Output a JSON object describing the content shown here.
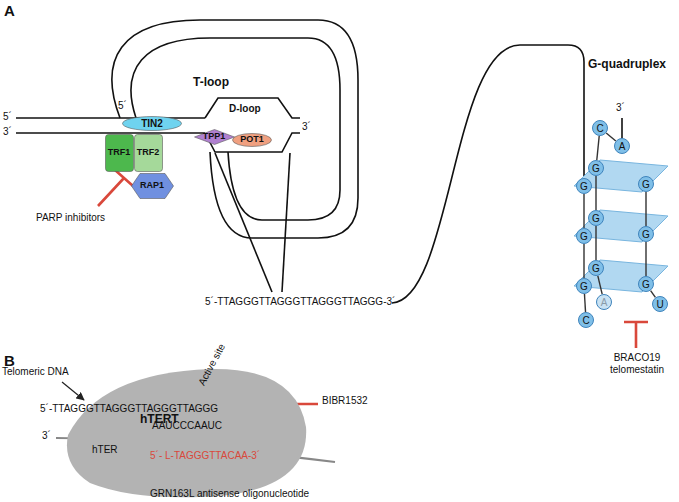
{
  "diagram": {
    "nodes": [
      {
        "text": [
          "TIN2"
        ]
      },
      {
        "text": [
          "TRF1"
        ]
      },
      {
        "text": [
          "TRF2"
        ]
      },
      {
        "text": [
          "TPP1"
        ]
      },
      {
        "text": [
          "POT1"
        ]
      },
      {
        "text": [
          "RAP1"
        ]
      },
      {
        "text": [
          "C"
        ]
      },
      {
        "text": [
          "A"
        ]
      },
      {
        "text": [
          "G"
        ]
      },
      {
        "text": [
          "G"
        ]
      },
      {
        "text": [
          "G"
        ]
      },
      {
        "text": [
          "G"
        ]
      },
      {
        "text": [
          "G"
        ]
      },
      {
        "text": [
          "G"
        ]
      },
      {
        "text": [
          "G"
        ]
      },
      {
        "text": [
          "G"
        ]
      },
      {
        "text": [
          "G"
        ]
      },
      {
        "text": [
          "A"
        ]
      },
      {
        "text": [
          "C"
        ]
      },
      {
        "text": [
          "U"
        ]
      },
      {
        "text": [
          "hTERT"
        ]
      }
    ],
    "edges": [
      {
        "from": 6,
        "to": 7,
        "arrow": "none"
      },
      {
        "from": 6,
        "to": 8,
        "arrow": "none"
      },
      {
        "from": 8,
        "to": 11,
        "arrow": "none"
      },
      {
        "from": 11,
        "to": 14,
        "arrow": "none"
      },
      {
        "from": 9,
        "to": 12,
        "arrow": "none"
      },
      {
        "from": 12,
        "to": 15,
        "arrow": "none"
      },
      {
        "from": 15,
        "to": 18,
        "arrow": "none"
      },
      {
        "from": 10,
        "to": 13,
        "arrow": "none"
      },
      {
        "from": 13,
        "to": 16,
        "arrow": "none"
      },
      {
        "from": 16,
        "to": 19,
        "arrow": "none"
      },
      {
        "from": 14,
        "to": 17,
        "arrow": "none"
      }
    ],
    "labels": [
      "A",
      "T-loop",
      "D-loop",
      "5´",
      "5´",
      "3´",
      "3´",
      "PARP inhibitors",
      "5´-TTAGGGTTAGGGTTAGGGTTAGGG-3´",
      "G-quadruplex",
      "3´",
      "BRACO19 telomestatin",
      "B",
      "Telomeric DNA",
      "5´-TTAGGGTTAGGGTTAGGGTTAGGG",
      "3´",
      "Active site",
      "AAUCCCAAUC",
      "hTER",
      "5´- L-TAGGGTTACAA-3´",
      "BIBR1532",
      "GRN163L antisense oligonucleotide"
    ]
  }
}
